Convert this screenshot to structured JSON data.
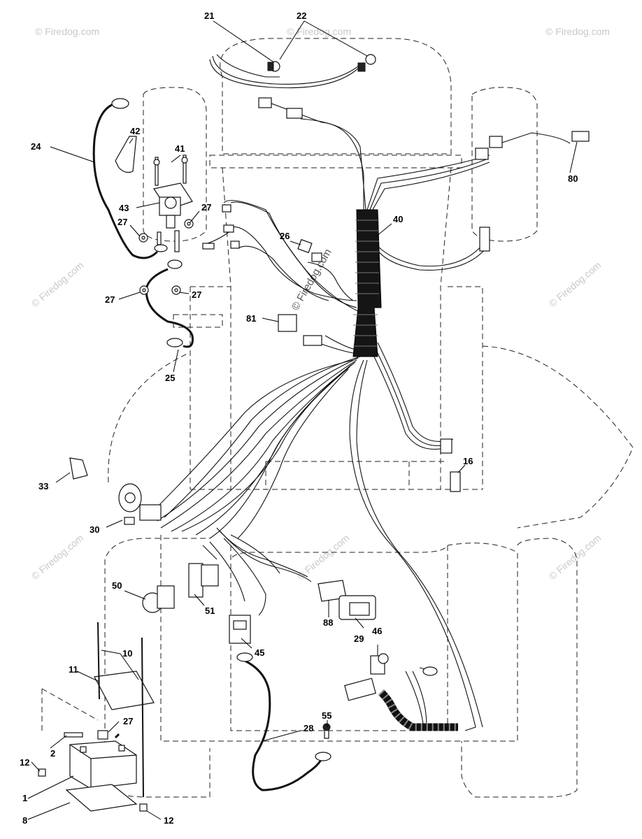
{
  "watermark": "© Firedog.com",
  "callouts": {
    "c1": "1",
    "c2": "2",
    "c8": "8",
    "c10": "10",
    "c11": "11",
    "c12a": "12",
    "c12b": "12",
    "c16": "16",
    "c21": "21",
    "c22": "22",
    "c24": "24",
    "c25": "25",
    "c26": "26",
    "c27a": "27",
    "c27b": "27",
    "c27c": "27",
    "c27d": "27",
    "c27e": "27",
    "c28": "28",
    "c29": "29",
    "c30": "30",
    "c33": "33",
    "c40": "40",
    "c41": "41",
    "c42": "42",
    "c43": "43",
    "c45": "45",
    "c46": "46",
    "c50": "50",
    "c51": "51",
    "c55": "55",
    "c80": "80",
    "c81": "81",
    "c88": "88"
  }
}
